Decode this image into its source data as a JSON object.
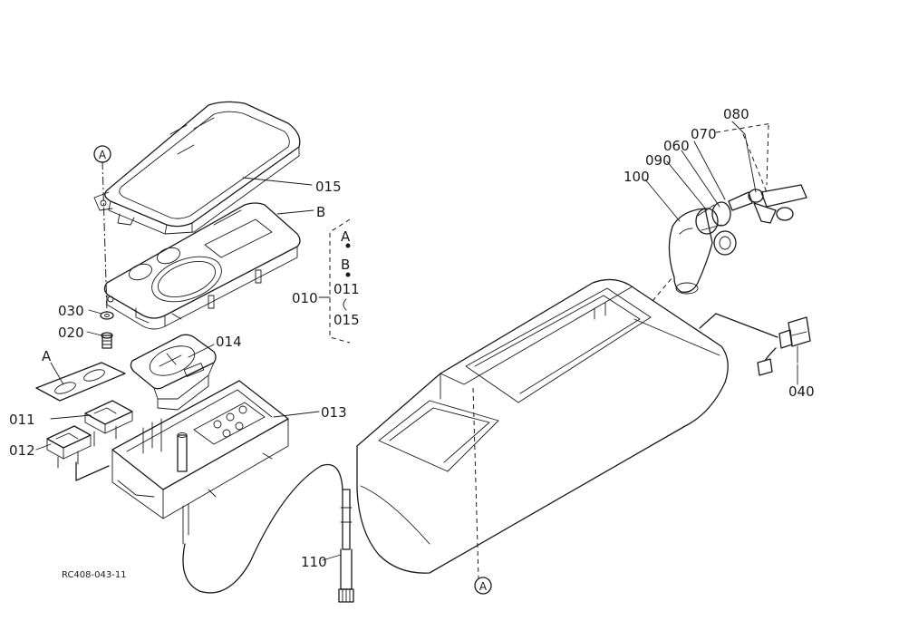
{
  "diagram": {
    "reference_code": "RC408-043-11",
    "callouts": {
      "p015": "015",
      "pB": "B",
      "p010": "010",
      "p030": "030",
      "p020": "020",
      "pA": "A",
      "p014": "014",
      "p011": "011",
      "p012": "012",
      "p013": "013",
      "p110": "110",
      "p100": "100",
      "p090": "090",
      "p060": "060",
      "p070": "070",
      "p080": "080",
      "p040": "040"
    },
    "bracket": {
      "a": "A",
      "b": "B",
      "c": "011",
      "d": "015"
    },
    "connector_marks": {
      "top": "A",
      "bottom": "A"
    }
  }
}
